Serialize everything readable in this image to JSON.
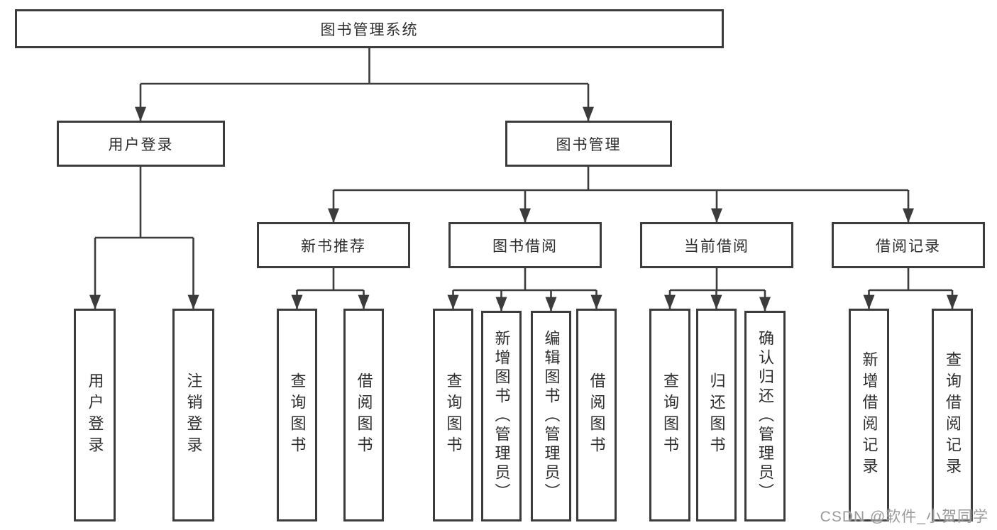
{
  "diagram": {
    "root": {
      "label": "图书管理系统"
    },
    "level2": [
      {
        "label": "用户登录",
        "children": [
          {
            "label": "用户登录"
          },
          {
            "label": "注销登录"
          }
        ]
      },
      {
        "label": "图书管理",
        "children": [
          {
            "label": "新书推荐",
            "children": [
              {
                "label": "查询图书"
              },
              {
                "label": "借阅图书"
              }
            ]
          },
          {
            "label": "图书借阅",
            "children": [
              {
                "label": "查询图书"
              },
              {
                "label": "新增图书（管理员）"
              },
              {
                "label": "编辑图书（管理员）"
              },
              {
                "label": "借阅图书"
              }
            ]
          },
          {
            "label": "当前借阅",
            "children": [
              {
                "label": "查询图书"
              },
              {
                "label": "归还图书"
              },
              {
                "label": "确认归还（管理员）"
              }
            ]
          },
          {
            "label": "借阅记录",
            "children": [
              {
                "label": "新增借阅记录"
              },
              {
                "label": "查询借阅记录"
              }
            ]
          }
        ]
      }
    ]
  },
  "watermark": {
    "text": "CSDN @软件_小贺同学"
  },
  "colors": {
    "line": "#3c3c3c",
    "border": "#3c3c3c",
    "text": "#2d2d2d",
    "watermark": "#9a9a9a",
    "background": "#ffffff"
  }
}
